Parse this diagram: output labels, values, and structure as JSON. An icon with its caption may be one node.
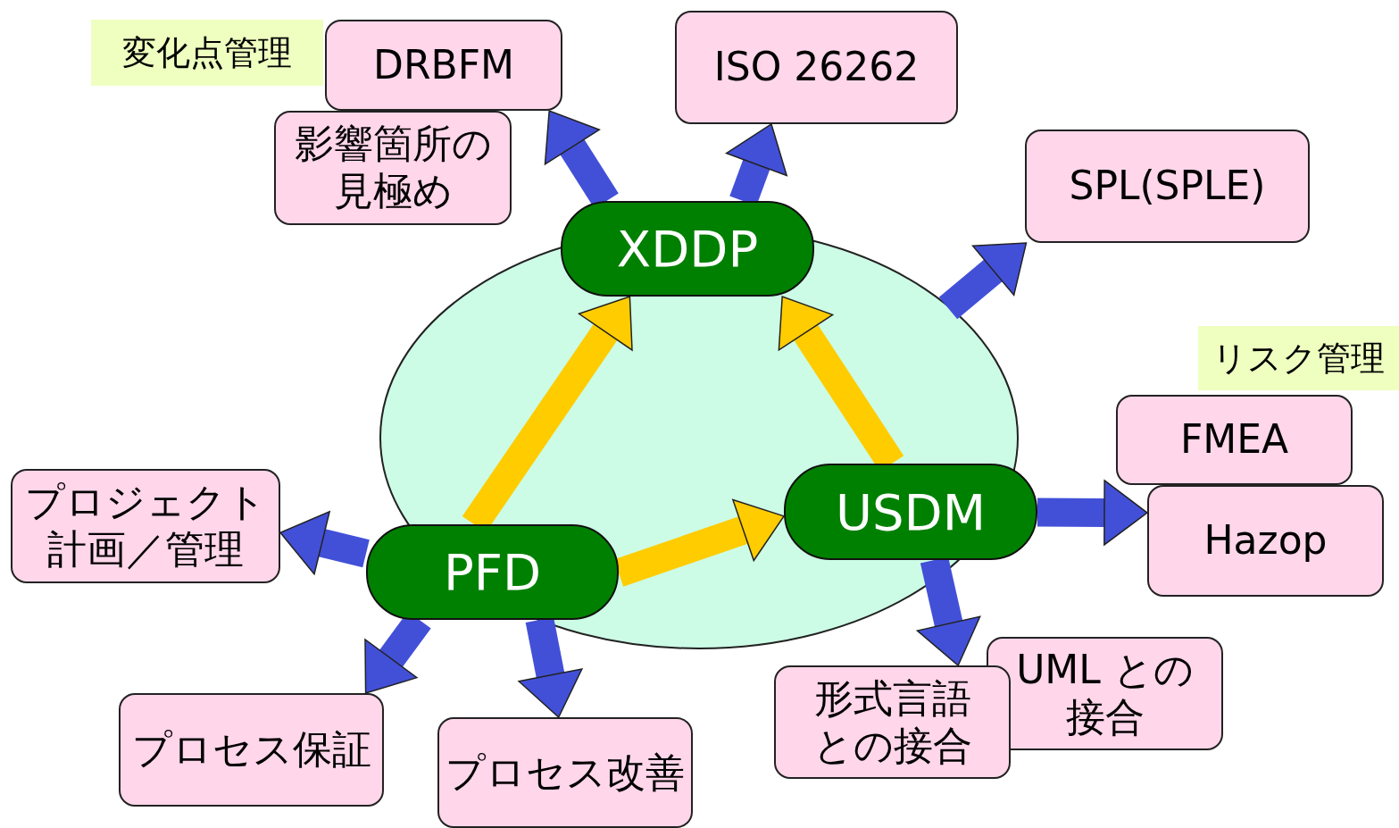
{
  "diagram": {
    "nodes": [
      {
        "text": [
          "XDDP"
        ]
      },
      {
        "text": [
          "PFD"
        ]
      },
      {
        "text": [
          "USDM"
        ]
      },
      {
        "text": [
          "DRBFM"
        ]
      },
      {
        "text": [
          "影響箇所の見極め"
        ]
      },
      {
        "text": [
          "ISO 26262"
        ]
      },
      {
        "text": [
          "SPL(SPLE)"
        ]
      },
      {
        "text": [
          "FMEA"
        ]
      },
      {
        "text": [
          "Hazop"
        ]
      },
      {
        "text": [
          "UML との接合"
        ]
      },
      {
        "text": [
          "形式言語との接合"
        ]
      },
      {
        "text": [
          "プロセス改善"
        ]
      },
      {
        "text": [
          "プロセス保証"
        ]
      },
      {
        "text": [
          "プロジェクト計画／管理"
        ]
      }
    ],
    "edges": [
      {
        "from": 0,
        "to": 3,
        "arrow": "to"
      },
      {
        "from": 0,
        "to": 5,
        "arrow": "to"
      },
      {
        "from": null,
        "to": 6,
        "arrow": "to"
      },
      {
        "from": 2,
        "to": 8,
        "arrow": "to"
      },
      {
        "from": 2,
        "to": 10,
        "arrow": "to"
      },
      {
        "from": 1,
        "to": 11,
        "arrow": "to"
      },
      {
        "from": 1,
        "to": 12,
        "arrow": "to"
      },
      {
        "from": 1,
        "to": 13,
        "arrow": "to"
      },
      {
        "from": 1,
        "to": 0,
        "arrow": "to",
        "color": "#ffcc00"
      },
      {
        "from": 2,
        "to": 0,
        "arrow": "to",
        "color": "#ffcc00"
      },
      {
        "from": 1,
        "to": 2,
        "arrow": "to",
        "color": "#ffcc00"
      }
    ],
    "labels": [
      "変化点管理",
      "リスク管理"
    ]
  }
}
